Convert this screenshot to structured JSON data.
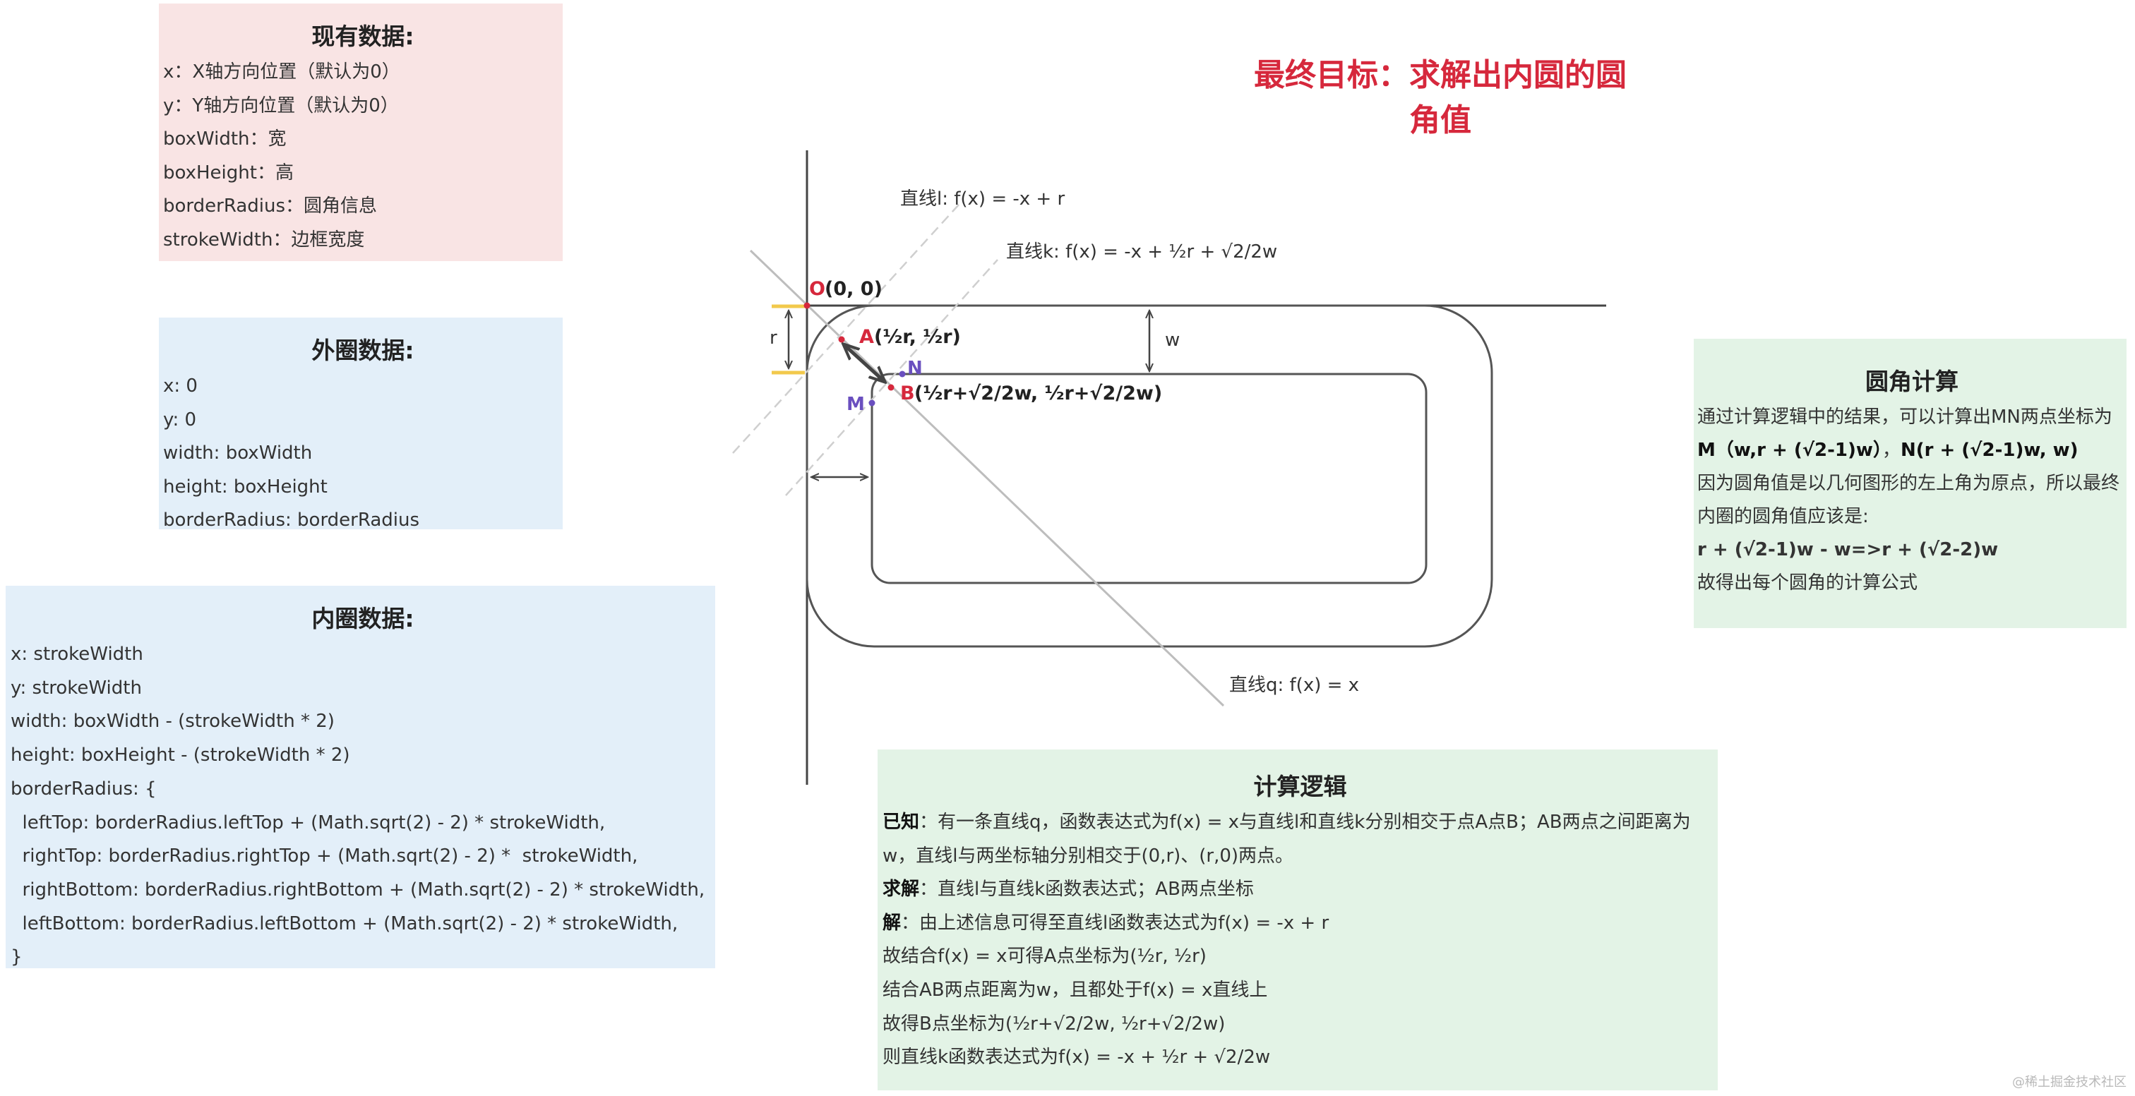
{
  "goal": "最终目标：求解出内圆的圆角值",
  "existing": {
    "title": "现有数据:",
    "lines": [
      "x：X轴方向位置（默认为0）",
      "y：Y轴方向位置（默认为0）",
      "boxWidth：宽",
      "boxHeight：高",
      "borderRadius：圆角信息",
      "strokeWidth：边框宽度"
    ]
  },
  "outer": {
    "title": "外圈数据:",
    "lines": [
      "x: 0",
      "y: 0",
      "width: boxWidth",
      "height: boxHeight",
      "borderRadius: borderRadius"
    ]
  },
  "inner": {
    "title": "内圈数据:",
    "lines": [
      "x: strokeWidth",
      "y: strokeWidth",
      "width: boxWidth - (strokeWidth * 2)",
      "height: boxHeight - (strokeWidth * 2)",
      "borderRadius: {",
      "  leftTop: borderRadius.leftTop + (Math.sqrt(2) - 2) * strokeWidth,",
      "  rightTop: borderRadius.rightTop + (Math.sqrt(2) - 2) *  strokeWidth,",
      "  rightBottom: borderRadius.rightBottom + (Math.sqrt(2) - 2) * strokeWidth,",
      "  leftBottom: borderRadius.leftBottom + (Math.sqrt(2) - 2) * strokeWidth,",
      "}"
    ]
  },
  "corner": {
    "title": "圆角计算",
    "line1": "通过计算逻辑中的结果，可以计算出MN两点坐标为",
    "m_coord": "M（w,r + (√2-1)w）",
    "sep": "，",
    "n_coord": "N(r + (√2-1)w, w)",
    "line2": "因为圆角值是以几何图形的左上角为原点，所以最终内圈的圆角值应该是:",
    "formula": "r + (√2-1)w - w=>r + (√2-2)w",
    "line3": "故得出每个圆角的计算公式"
  },
  "logic": {
    "title": "计算逻辑",
    "known_label": "已知",
    "known_text": "：有一条直线q，函数表达式为f(x) = x与直线l和直线k分别相交于点A点B；AB两点之间距离为",
    "known_text2": "w，直线l与两坐标轴分别相交于(0,r)、(r,0)两点。",
    "find_label": "求解",
    "find_text": "：直线l与直线k函数表达式；AB两点坐标",
    "solve_label": "解",
    "solve_text": "：由上述信息可得至直线l函数表达式为f(x) = -x + r",
    "steps": [
      "故结合f(x) = x可得A点坐标为(½r, ½r)",
      "结合AB两点距离为w，且都处于f(x) = x直线上",
      "故得B点坐标为(½r+√2/2w, ½r+√2/2w)",
      "则直线k函数表达式为f(x) = -x + ½r + √2/2w"
    ]
  },
  "diagram": {
    "line_l": "直线l: f(x) = -x + r",
    "line_k": "直线k: f(x) = -x + ½r + √2/2w",
    "line_q": "直线q: f(x) = x",
    "origin_letter": "O",
    "origin_coord": "(0, 0)",
    "a_letter": "A",
    "a_coord": "(½r, ½r)",
    "b_letter": "B",
    "b_coord": "(½r+√2/2w, ½r+√2/2w)",
    "label_r": "r",
    "label_w": "w",
    "label_m": "M",
    "label_n": "N"
  },
  "watermark": "@稀土掘金技术社区",
  "colors": {
    "accent_red": "#d6283c",
    "point_purple": "#6a4fbf",
    "marker_yellow": "#f2c94c",
    "panel_pink": "#f9e4e4",
    "panel_blue": "#e3eff9",
    "panel_green": "#e3f3e6"
  }
}
